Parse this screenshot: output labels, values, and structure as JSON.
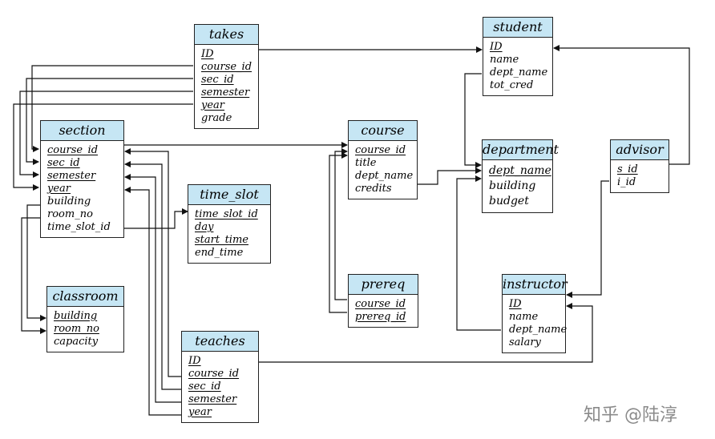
{
  "tables": {
    "takes": {
      "name": "takes",
      "attrs": [
        {
          "name": "ID",
          "key": true
        },
        {
          "name": "course_id",
          "key": true
        },
        {
          "name": "sec_id",
          "key": true
        },
        {
          "name": "semester",
          "key": true
        },
        {
          "name": "year",
          "key": true
        },
        {
          "name": "grade",
          "key": false
        }
      ]
    },
    "student": {
      "name": "student",
      "attrs": [
        {
          "name": "ID",
          "key": true
        },
        {
          "name": "name",
          "key": false
        },
        {
          "name": "dept_name",
          "key": false
        },
        {
          "name": "tot_cred",
          "key": false
        }
      ]
    },
    "section": {
      "name": "section",
      "attrs": [
        {
          "name": "course_id",
          "key": true
        },
        {
          "name": "sec_id",
          "key": true
        },
        {
          "name": "semester",
          "key": true
        },
        {
          "name": "year",
          "key": true
        },
        {
          "name": "building",
          "key": false
        },
        {
          "name": "room_no",
          "key": false
        },
        {
          "name": "time_slot_id",
          "key": false
        }
      ]
    },
    "course": {
      "name": "course",
      "attrs": [
        {
          "name": "course_id",
          "key": true
        },
        {
          "name": "title",
          "key": false
        },
        {
          "name": "dept_name",
          "key": false
        },
        {
          "name": "credits",
          "key": false
        }
      ]
    },
    "department": {
      "name": "department",
      "attrs": [
        {
          "name": "dept_name",
          "key": true
        },
        {
          "name": "building",
          "key": false
        },
        {
          "name": "budget",
          "key": false
        }
      ]
    },
    "advisor": {
      "name": "advisor",
      "attrs": [
        {
          "name": "s_id",
          "key": true
        },
        {
          "name": "i_id",
          "key": false
        }
      ]
    },
    "time_slot": {
      "name": "time_slot",
      "attrs": [
        {
          "name": "time_slot_id",
          "key": true
        },
        {
          "name": "day",
          "key": true
        },
        {
          "name": "start_time",
          "key": true
        },
        {
          "name": "end_time",
          "key": false
        }
      ]
    },
    "classroom": {
      "name": "classroom",
      "attrs": [
        {
          "name": "building",
          "key": true
        },
        {
          "name": "room_no",
          "key": true
        },
        {
          "name": "capacity",
          "key": false
        }
      ]
    },
    "prereq": {
      "name": "prereq",
      "attrs": [
        {
          "name": "course_id",
          "key": true
        },
        {
          "name": "prereq_id",
          "key": true
        }
      ]
    },
    "instructor": {
      "name": "instructor",
      "attrs": [
        {
          "name": "ID",
          "key": true
        },
        {
          "name": "name",
          "key": false
        },
        {
          "name": "dept_name",
          "key": false
        },
        {
          "name": "salary",
          "key": false
        }
      ]
    },
    "teaches": {
      "name": "teaches",
      "attrs": [
        {
          "name": "ID",
          "key": true
        },
        {
          "name": "course_id",
          "key": true
        },
        {
          "name": "sec_id",
          "key": true
        },
        {
          "name": "semester",
          "key": true
        },
        {
          "name": "year",
          "key": true
        }
      ]
    }
  },
  "watermark": "知乎 @陆淳",
  "colors": {
    "header": "#c6e6f4",
    "line": "#111111"
  }
}
